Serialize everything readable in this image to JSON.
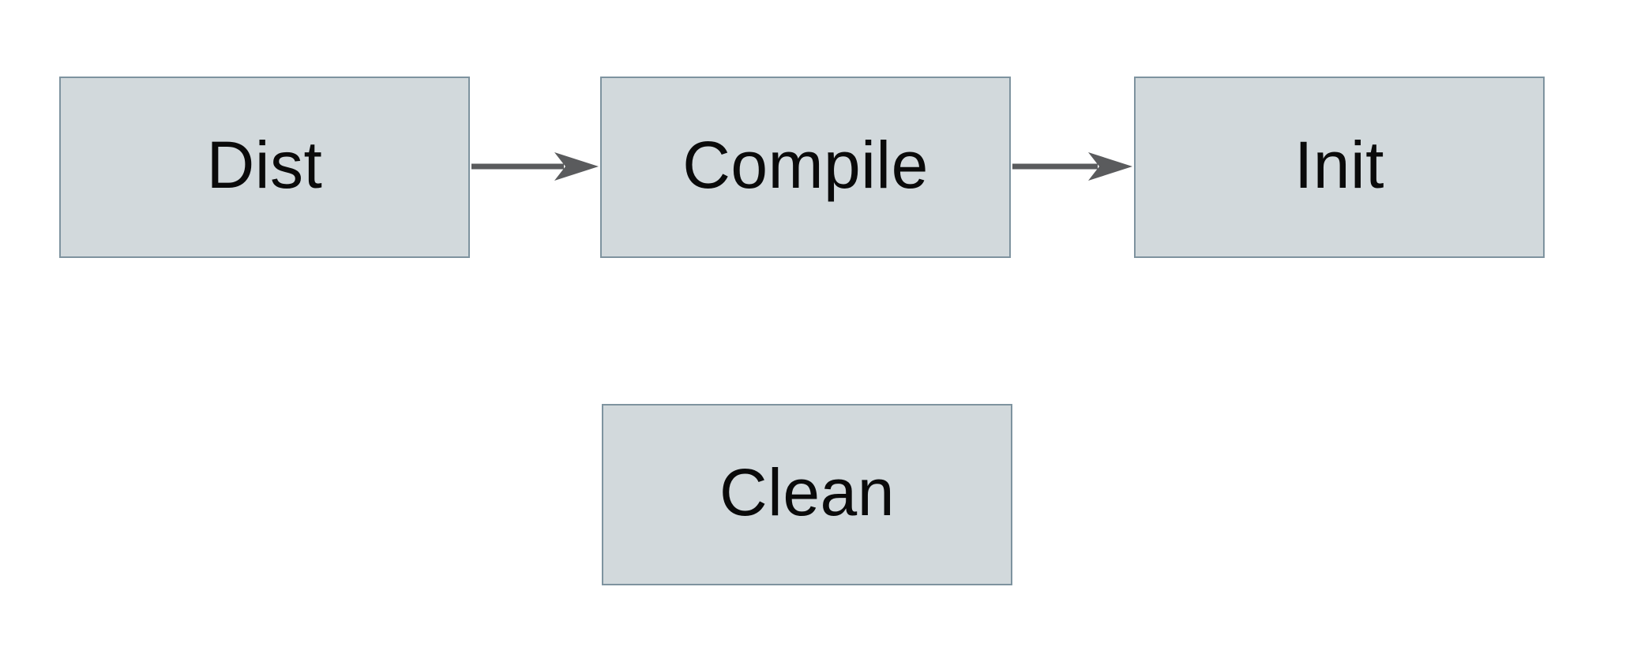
{
  "diagram": {
    "title": "build-targets-flow",
    "nodes": [
      {
        "id": "dist",
        "label": "Dist"
      },
      {
        "id": "compile",
        "label": "Compile"
      },
      {
        "id": "init",
        "label": "Init"
      },
      {
        "id": "clean",
        "label": "Clean"
      }
    ],
    "edges": [
      {
        "from": "dist",
        "to": "compile"
      },
      {
        "from": "compile",
        "to": "init"
      }
    ],
    "colors": {
      "background": "#ffffff",
      "node_fill": "#d2d9dc",
      "node_border": "#7e939f",
      "arrow": "#5a5b5d",
      "label": "#0a0a0a"
    }
  }
}
